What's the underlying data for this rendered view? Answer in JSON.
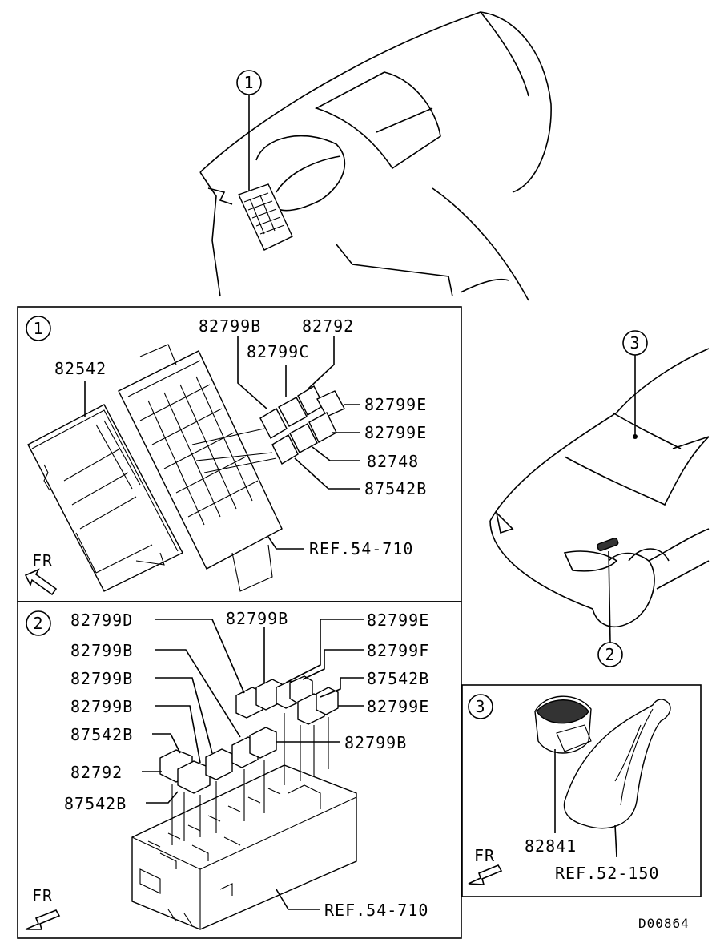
{
  "callouts": {
    "c1": "1",
    "c2": "2",
    "c3": "3"
  },
  "panel1": {
    "labels": {
      "p82542": "82542",
      "p82799B": "82799B",
      "p82792": "82792",
      "p82799C": "82799C",
      "p82799E_1": "82799E",
      "p82799E_2": "82799E",
      "p82748": "82748",
      "p87542B": "87542B",
      "ref": "REF.54-710",
      "fr": "FR"
    }
  },
  "panel2": {
    "labels": {
      "p82799D": "82799D",
      "p82799B_top": "82799B",
      "p82799E_top": "82799E",
      "p82799B_l1": "82799B",
      "p82799F": "82799F",
      "p82799B_l2": "82799B",
      "p87542B_r": "87542B",
      "p82799B_l3": "82799B",
      "p82799E_r": "82799E",
      "p87542B_l1": "87542B",
      "p82799B_r": "82799B",
      "p82792": "82792",
      "p87542B_l2": "87542B",
      "ref": "REF.54-710",
      "fr": "FR"
    }
  },
  "panel3": {
    "labels": {
      "p82841": "82841",
      "ref": "REF.52-150",
      "fr": "FR"
    }
  },
  "drawing_code": "D00864"
}
